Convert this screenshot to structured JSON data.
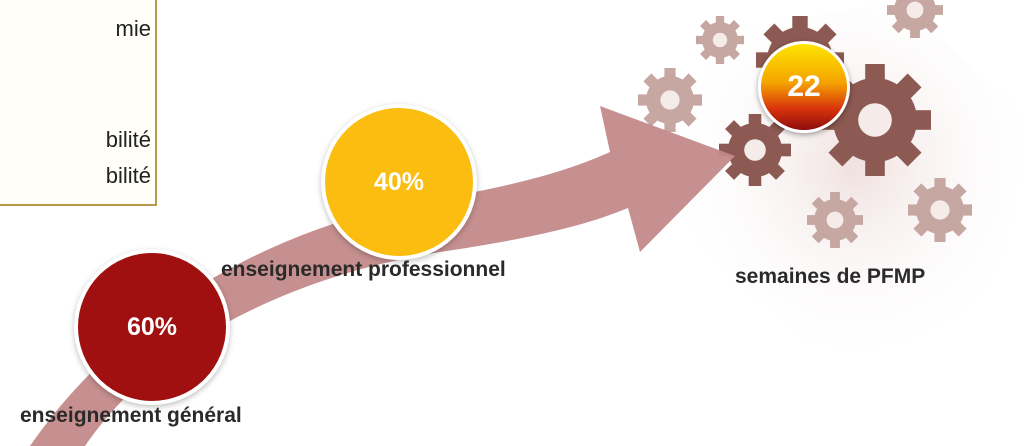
{
  "textbox": {
    "lines": [
      "mie",
      "bilité",
      "bilité"
    ]
  },
  "steps": [
    {
      "value": "60%",
      "label": "enseignement général",
      "color": "#a01010"
    },
    {
      "value": "40%",
      "label": "enseignement professionnel",
      "color": "#fbbd10"
    },
    {
      "value": "22",
      "label": "semaines de PFMP",
      "color": "#f4a300"
    }
  ],
  "colors": {
    "arrow": "#c48a8a",
    "gears": "#8c5a52"
  },
  "icons": [
    "gears-icon",
    "arrow-shape"
  ]
}
